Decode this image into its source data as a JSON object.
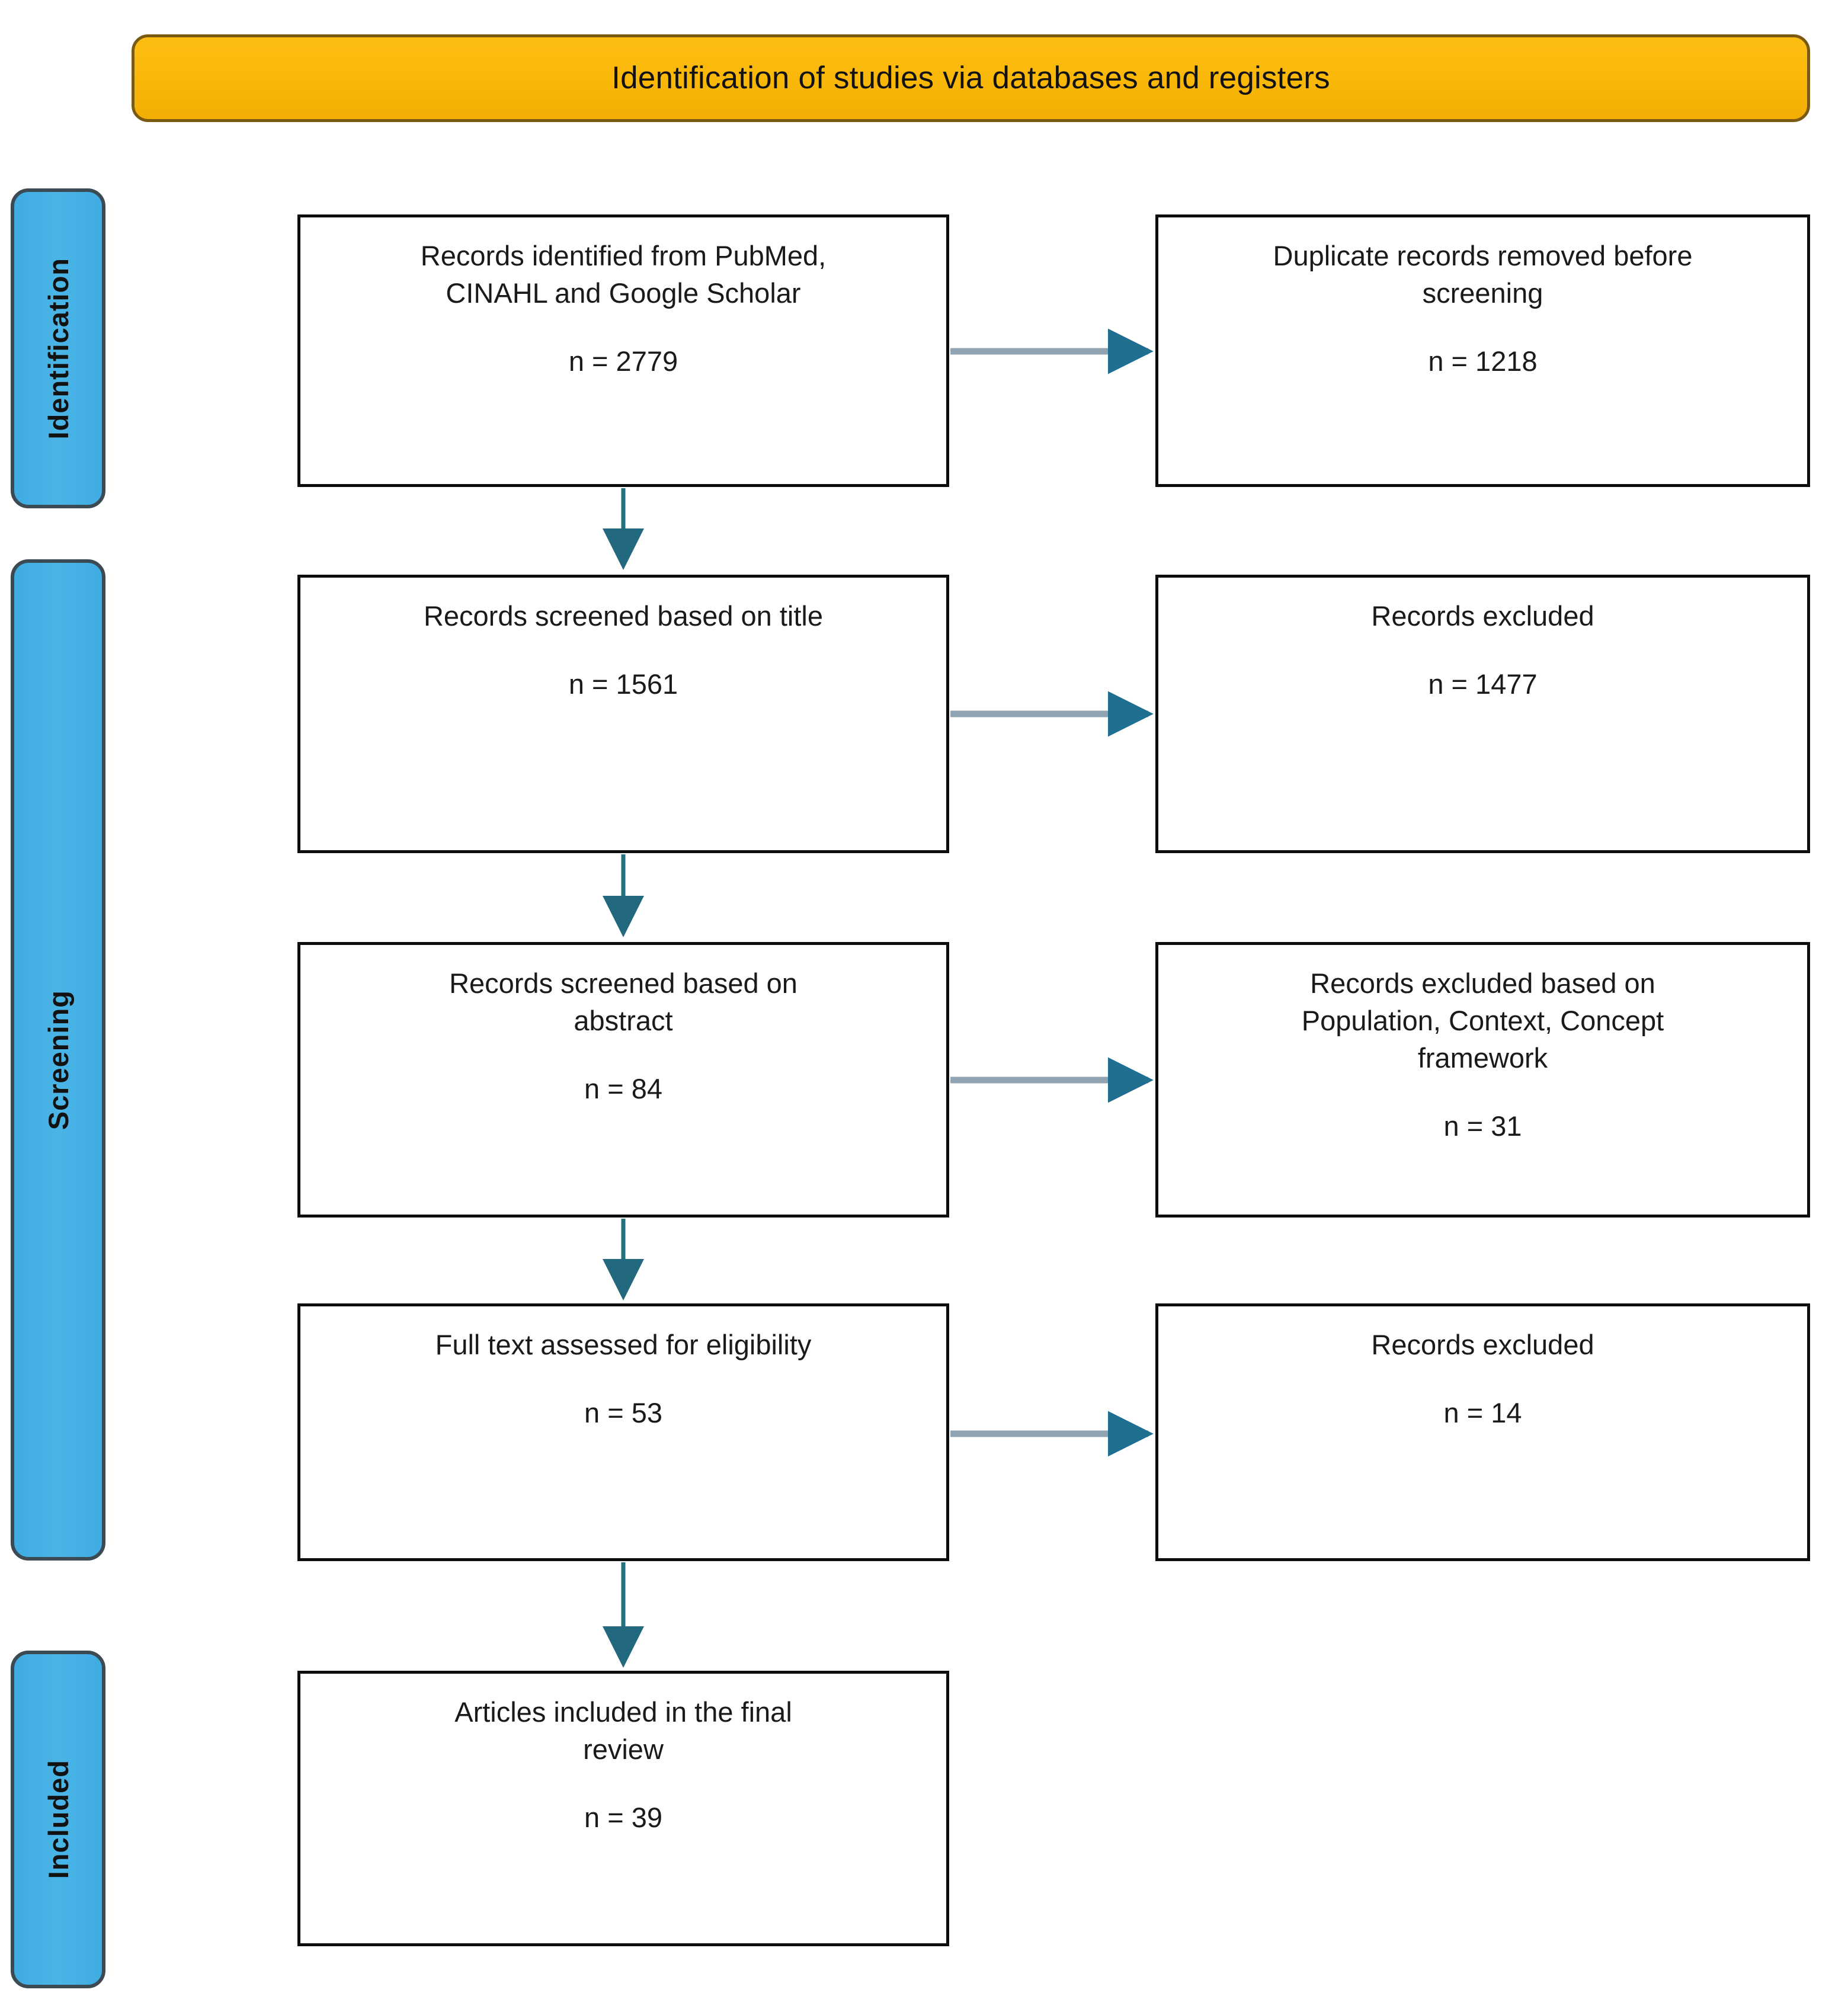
{
  "header": {
    "title": "Identification of studies via databases and registers",
    "banner_color": "#F9B708",
    "banner_border_color": "#7A5A12"
  },
  "stages": {
    "accent_color": "#45B0E3",
    "border_color": "#3C4A54",
    "items": [
      {
        "id": "identification",
        "label": "Identification"
      },
      {
        "id": "screening",
        "label": "Screening"
      },
      {
        "id": "included",
        "label": "Included"
      }
    ]
  },
  "flow": {
    "box_border_color": "#0d0d0d",
    "arrow_color": "#1F6F90",
    "arrow_line_color": "#8FA3B2",
    "left_column": [
      {
        "id": "identified",
        "title": "Records identified from PubMed,\nCINAHL and Google Scholar",
        "count": "n = 2779"
      },
      {
        "id": "screened-title",
        "title": "Records screened based on title",
        "count": "n = 1561"
      },
      {
        "id": "screened-abstract",
        "title": "Records screened based on\nabstract",
        "count": "n = 84"
      },
      {
        "id": "full-text",
        "title": "Full text assessed for eligibility",
        "count": "n = 53"
      },
      {
        "id": "included-final",
        "title": "Articles included in the final\nreview",
        "count": "n = 39"
      }
    ],
    "right_column": [
      {
        "id": "duplicates-removed",
        "title": "Duplicate records removed before\nscreening",
        "count": "n = 1218"
      },
      {
        "id": "excluded-title",
        "title": "Records excluded",
        "count": "n = 1477"
      },
      {
        "id": "excluded-pcc",
        "title": "Records excluded based on\nPopulation, Context, Concept\nframework",
        "count": "n = 31"
      },
      {
        "id": "excluded-fulltext",
        "title": "Records excluded",
        "count": "n = 14"
      }
    ]
  },
  "chart_data": {
    "type": "diagram",
    "title": "Identification of studies via databases and registers",
    "nodes": [
      {
        "id": "identified",
        "stage": "Identification",
        "column": "left",
        "label": "Records identified from PubMed, CINAHL and Google Scholar",
        "n": 2779
      },
      {
        "id": "duplicates-removed",
        "stage": "Identification",
        "column": "right",
        "label": "Duplicate records removed before screening",
        "n": 1218
      },
      {
        "id": "screened-title",
        "stage": "Screening",
        "column": "left",
        "label": "Records screened based on title",
        "n": 1561
      },
      {
        "id": "excluded-title",
        "stage": "Screening",
        "column": "right",
        "label": "Records excluded",
        "n": 1477
      },
      {
        "id": "screened-abstract",
        "stage": "Screening",
        "column": "left",
        "label": "Records screened based on abstract",
        "n": 84
      },
      {
        "id": "excluded-pcc",
        "stage": "Screening",
        "column": "right",
        "label": "Records excluded based on Population, Context, Concept framework",
        "n": 31
      },
      {
        "id": "full-text",
        "stage": "Screening",
        "column": "left",
        "label": "Full text assessed for eligibility",
        "n": 53
      },
      {
        "id": "excluded-fulltext",
        "stage": "Screening",
        "column": "right",
        "label": "Records excluded",
        "n": 14
      },
      {
        "id": "included-final",
        "stage": "Included",
        "column": "left",
        "label": "Articles included in the final review",
        "n": 39
      }
    ],
    "edges": [
      {
        "from": "identified",
        "to": "duplicates-removed",
        "direction": "horizontal"
      },
      {
        "from": "identified",
        "to": "screened-title",
        "direction": "vertical"
      },
      {
        "from": "screened-title",
        "to": "excluded-title",
        "direction": "horizontal"
      },
      {
        "from": "screened-title",
        "to": "screened-abstract",
        "direction": "vertical"
      },
      {
        "from": "screened-abstract",
        "to": "excluded-pcc",
        "direction": "horizontal"
      },
      {
        "from": "screened-abstract",
        "to": "full-text",
        "direction": "vertical"
      },
      {
        "from": "full-text",
        "to": "excluded-fulltext",
        "direction": "horizontal"
      },
      {
        "from": "full-text",
        "to": "included-final",
        "direction": "vertical"
      }
    ]
  }
}
